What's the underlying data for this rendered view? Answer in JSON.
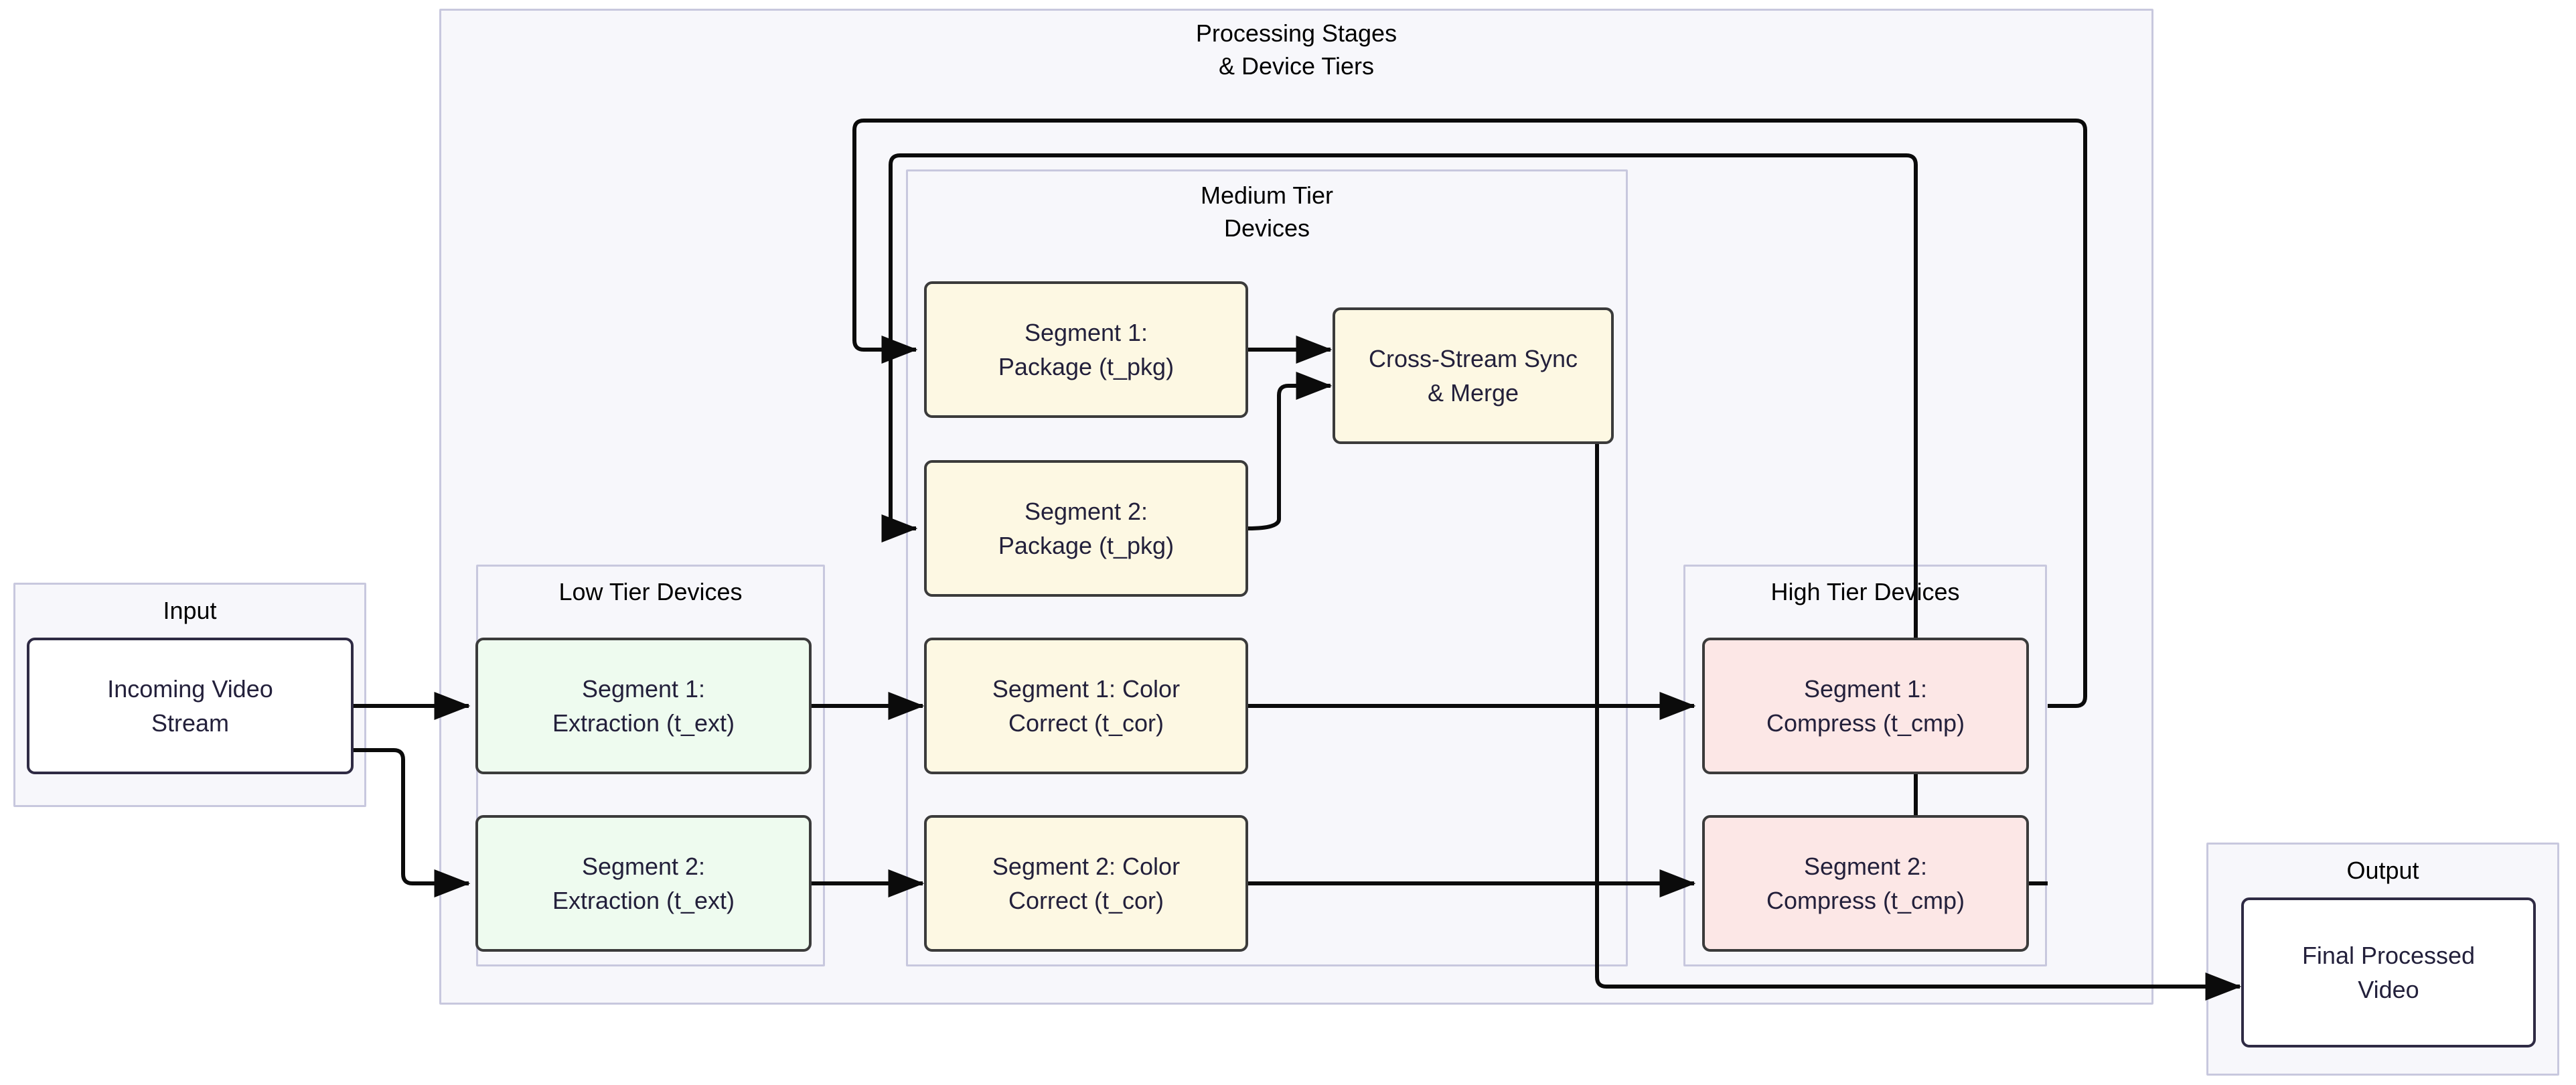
{
  "diagram": {
    "type": "flowchart",
    "direction": "left-to-right",
    "background": "#ffffff",
    "palette": {
      "subgraph_fill": "#f7f7fb",
      "subgraph_border": "#c8c8de",
      "green_fill": "#eefbef",
      "yellow_fill": "#fdf8e3",
      "pink_fill": "#fce7e6",
      "white_fill": "#ffffff",
      "node_border": "#3b3b3b",
      "terminal_border": "#2f2b44",
      "text": "#23203b",
      "title_text": "#000000",
      "edge": "#0b0b0b"
    }
  },
  "clusters": {
    "input": {
      "title": "Input"
    },
    "processing": {
      "title": "Processing Stages\n& Device Tiers"
    },
    "low_tier": {
      "title": "Low Tier Devices"
    },
    "medium_tier": {
      "title": "Medium Tier\nDevices"
    },
    "high_tier": {
      "title": "High Tier Devices"
    },
    "output": {
      "title": "Output"
    }
  },
  "nodes": {
    "incoming": {
      "label": "Incoming Video\nStream",
      "style": "plain"
    },
    "seg1_extract": {
      "label": "Segment 1:\nExtraction (t_ext)",
      "style": "green"
    },
    "seg2_extract": {
      "label": "Segment 2:\nExtraction (t_ext)",
      "style": "green"
    },
    "seg1_color": {
      "label": "Segment 1: Color\nCorrect (t_cor)",
      "style": "yellow"
    },
    "seg2_color": {
      "label": "Segment 2: Color\nCorrect (t_cor)",
      "style": "yellow"
    },
    "seg1_package": {
      "label": "Segment 1:\nPackage (t_pkg)",
      "style": "yellow"
    },
    "seg2_package": {
      "label": "Segment 2:\nPackage (t_pkg)",
      "style": "yellow"
    },
    "sync_merge": {
      "label": "Cross-Stream Sync\n& Merge",
      "style": "yellow"
    },
    "seg1_compress": {
      "label": "Segment 1:\nCompress (t_cmp)",
      "style": "pink"
    },
    "seg2_compress": {
      "label": "Segment 2:\nCompress (t_cmp)",
      "style": "pink"
    },
    "final_video": {
      "label": "Final Processed\nVideo",
      "style": "plain"
    }
  },
  "edges": [
    {
      "from": "incoming",
      "to": "seg1_extract",
      "arrow": true
    },
    {
      "from": "incoming",
      "to": "seg2_extract",
      "arrow": true
    },
    {
      "from": "seg1_extract",
      "to": "seg1_color",
      "arrow": true
    },
    {
      "from": "seg2_extract",
      "to": "seg2_color",
      "arrow": true
    },
    {
      "from": "seg1_color",
      "to": "seg1_compress",
      "arrow": true
    },
    {
      "from": "seg2_color",
      "to": "seg2_compress",
      "arrow": true
    },
    {
      "from": "seg1_compress",
      "to": "seg1_package",
      "arrow": true,
      "routing": "loop-back-outer"
    },
    {
      "from": "seg2_compress",
      "to": "seg2_package",
      "arrow": true,
      "routing": "loop-back-inner"
    },
    {
      "from": "seg1_package",
      "to": "sync_merge",
      "arrow": true
    },
    {
      "from": "seg2_package",
      "to": "sync_merge",
      "arrow": true
    },
    {
      "from": "sync_merge",
      "to": "final_video",
      "arrow": true,
      "routing": "down-then-right"
    }
  ]
}
